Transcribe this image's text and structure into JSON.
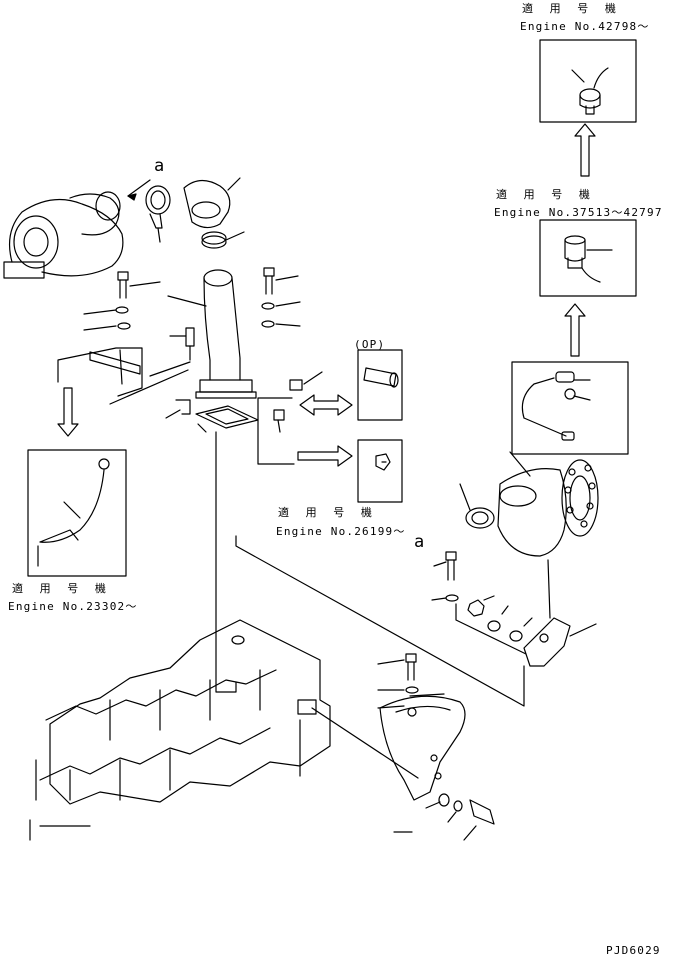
{
  "labels": {
    "applicable_jp": "適 用 号 機",
    "engine_42798": "Engine No.42798～",
    "engine_37513": "Engine No.37513～42797",
    "engine_26199": "Engine No.26199～",
    "engine_23302": "Engine No.23302～",
    "option": "(OP)",
    "callout_a": "a",
    "drawing_code": "PJD6029"
  },
  "icons": [
    "turbocharger-icon",
    "elbow-pipe-icon",
    "clamp-icon",
    "bolt-icon",
    "washer-icon",
    "engine-block-icon",
    "bracket-icon",
    "sensor-icon",
    "arrow-icon"
  ],
  "colors": {
    "line": "#000000",
    "background": "#ffffff"
  }
}
